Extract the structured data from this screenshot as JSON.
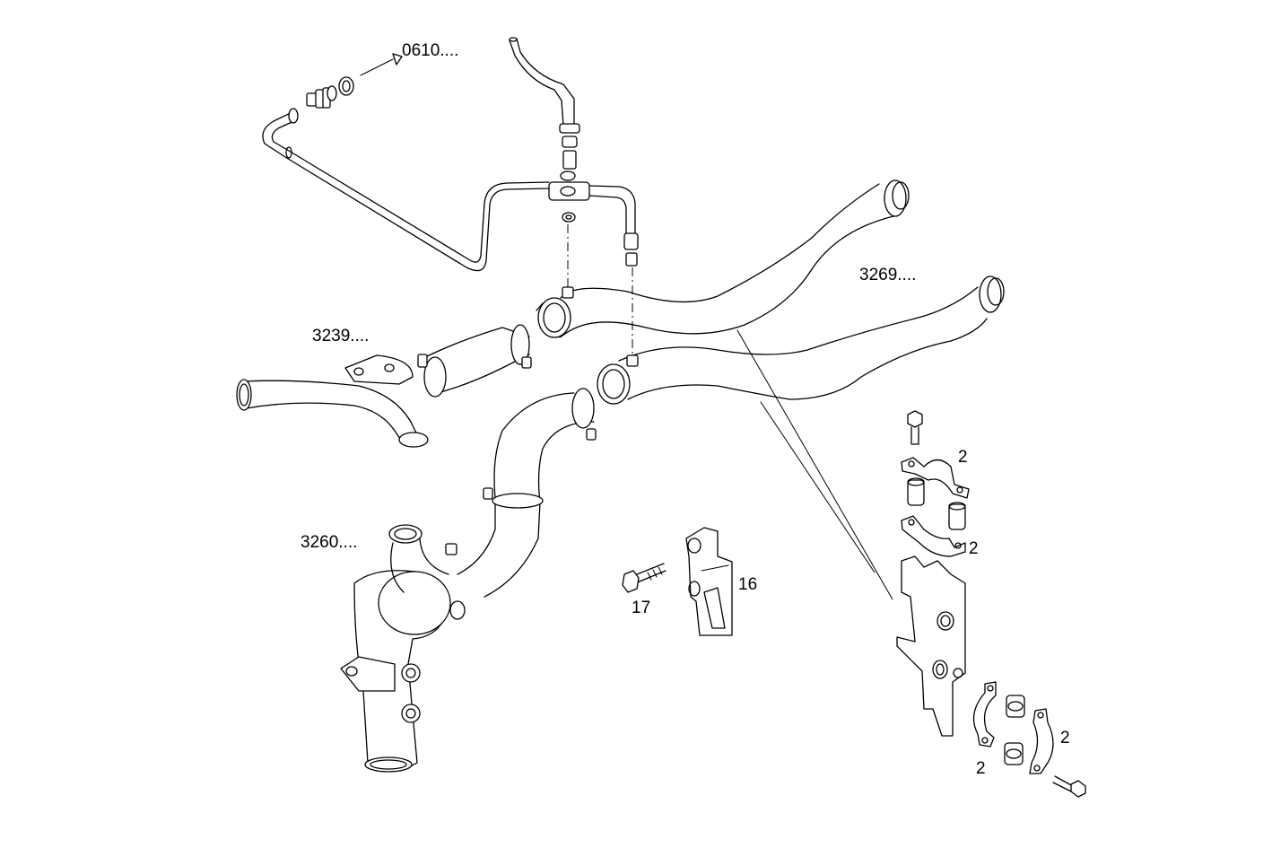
{
  "labels": {
    "ref_0610": "0610....",
    "ref_3269": "3269....",
    "ref_3239": "3239....",
    "ref_3260": "3260....",
    "part_16": "16",
    "part_17": "17",
    "part_2": "2"
  }
}
